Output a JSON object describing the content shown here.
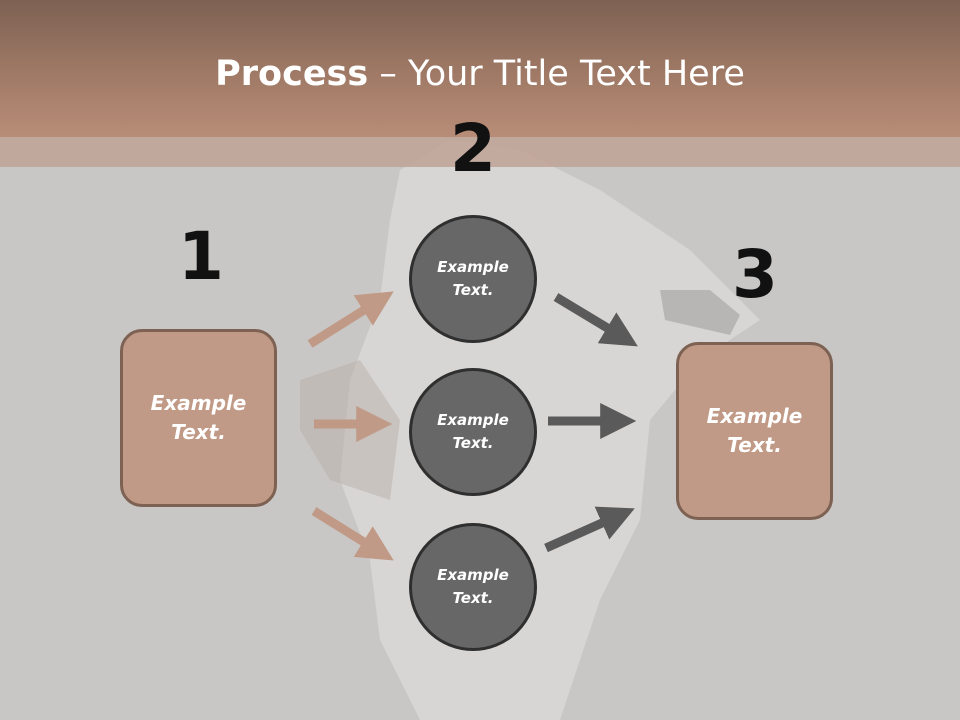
{
  "title": {
    "bold": "Process",
    "rest": " – Your Title Text Here"
  },
  "steps": {
    "one": {
      "number": "1",
      "label": "Example\nText."
    },
    "two": {
      "number": "2",
      "circles": [
        {
          "label": "Example\nText."
        },
        {
          "label": "Example\nText."
        },
        {
          "label": "Example\nText."
        }
      ]
    },
    "three": {
      "number": "3",
      "label": "Example\nText."
    }
  },
  "colors": {
    "title_bar": "#a07a66",
    "box_fill": "#c09a86",
    "box_border": "#7d6153",
    "circle_fill": "#676767",
    "arrow_left": "#c09a86",
    "arrow_right": "#5a5a5a"
  }
}
